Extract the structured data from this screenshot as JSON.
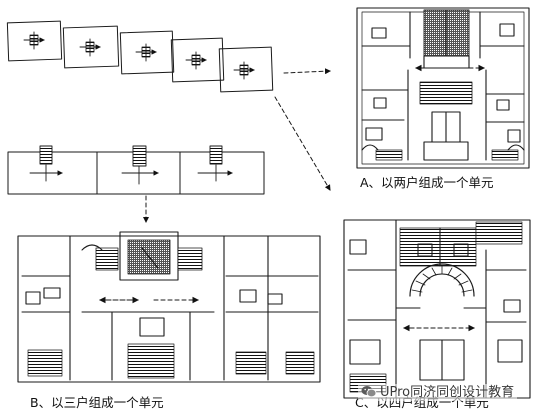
{
  "captions": {
    "a": "A、以两户组成一个单元",
    "b": "B、以三户组成一个单元",
    "c": "C、以四户组成一个单元"
  },
  "watermark": {
    "text": "UPro同济同创设计教育",
    "icon": "wechat-icon"
  }
}
